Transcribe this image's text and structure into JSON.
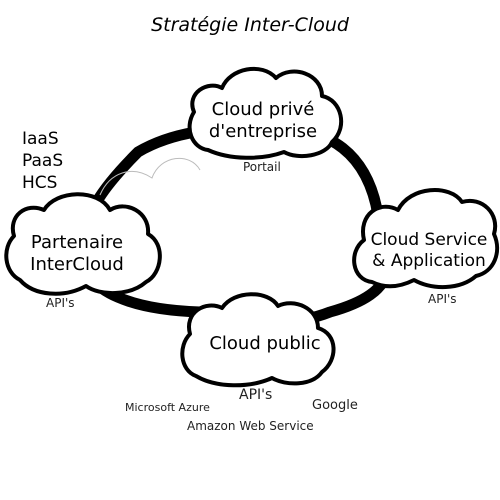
{
  "title": "Stratégie Inter-Cloud",
  "clouds": {
    "private": {
      "line1": "Cloud privé",
      "line2": "d'entreprise",
      "sub": "Portail"
    },
    "partner": {
      "line1": "Partenaire",
      "line2": "InterCloud",
      "sub": "API's"
    },
    "service": {
      "line1": "Cloud Service",
      "line2": "& Application",
      "sub": "API's"
    },
    "public": {
      "line1": "Cloud public",
      "sub": "API's"
    }
  },
  "services": [
    "IaaS",
    "PaaS",
    "HCS"
  ],
  "providers": {
    "azure": "Microsoft Azure",
    "google": "Google",
    "aws": "Amazon Web Service"
  },
  "colors": {
    "stroke": "#000000",
    "fill": "#ffffff",
    "text": "#000000"
  }
}
